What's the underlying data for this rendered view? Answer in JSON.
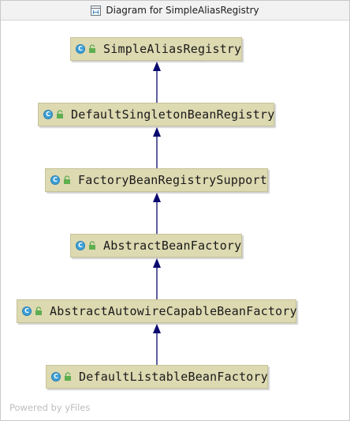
{
  "window": {
    "title": "Diagram for SimpleAliasRegistry",
    "title_icon": "class-diagram-icon"
  },
  "diagram": {
    "node_fill": "#ddd9b1",
    "class_icon_color": "#3d9fd6",
    "lock_icon_color": "#5fae4f",
    "edge_color": "#0a0a6e",
    "nodes": [
      {
        "label": "SimpleAliasRegistry",
        "icon": "class-icon",
        "modifier_icon": "lock-icon"
      },
      {
        "label": "DefaultSingletonBeanRegistry",
        "icon": "class-icon",
        "modifier_icon": "lock-icon"
      },
      {
        "label": "FactoryBeanRegistrySupport",
        "icon": "class-icon",
        "modifier_icon": "lock-icon"
      },
      {
        "label": "AbstractBeanFactory",
        "icon": "class-icon",
        "modifier_icon": "lock-icon"
      },
      {
        "label": "AbstractAutowireCapableBeanFactory",
        "icon": "class-icon",
        "modifier_icon": "lock-icon"
      },
      {
        "label": "DefaultListableBeanFactory",
        "icon": "class-icon",
        "modifier_icon": "lock-icon"
      }
    ],
    "edges": [
      {
        "from": "DefaultSingletonBeanRegistry",
        "to": "SimpleAliasRegistry",
        "type": "extends"
      },
      {
        "from": "FactoryBeanRegistrySupport",
        "to": "DefaultSingletonBeanRegistry",
        "type": "extends"
      },
      {
        "from": "AbstractBeanFactory",
        "to": "FactoryBeanRegistrySupport",
        "type": "extends"
      },
      {
        "from": "AbstractAutowireCapableBeanFactory",
        "to": "AbstractBeanFactory",
        "type": "extends"
      },
      {
        "from": "DefaultListableBeanFactory",
        "to": "AbstractAutowireCapableBeanFactory",
        "type": "extends"
      }
    ],
    "class_icon_letter": "C"
  },
  "footer": {
    "watermark": "Powered by yFiles"
  }
}
